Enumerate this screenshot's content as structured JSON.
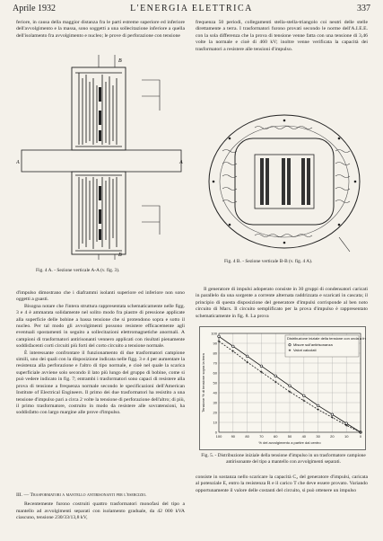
{
  "header": {
    "left": "Aprile 1932",
    "center": "L'ENERGIA ELETTRICA",
    "right": "337"
  },
  "col1_top": "feriore, in causa della maggior distanza fra le parti estreme superiore ed inferiore dell'avvolgimento e la massa, sono soggetti a una sollecitazione inferiore a quella dell'isolamento fra avvolgimento e nucleo; le prove di perforazione con tensione",
  "col2_top": "frequenza 50 periodi, collegamenti stella-stella-triangolo coi neutri delle stelle direttamente a terra. I trasformatori furono provati secondo le norme dell'A.I.E.E. con la sola differenza che la prova di tensione venne fatta con una tensione di 3,46 volte la normale e cioè di 460 kV; inoltre venne verificata la capacità dei trasformatori a resistere alle tensioni d'impulso.",
  "fig_a": {
    "labels": {
      "b_top": "B",
      "b_bottom": "B",
      "a_left": "A",
      "a_right": "A"
    },
    "caption": "Fig. 4 A. - Sezione verticale A-A (v. fig. 3)."
  },
  "fig_b": {
    "caption": "Fig. 4 B. - Sezione verticale B-B (v. fig. 4 A)."
  },
  "col1_body": [
    "d'impulso dimostrano che i diaframmi isolanti superiore ed inferiore non sono oggetti a guasti.",
    "Bisogna notare che l'intera struttura rappresentata schematicamente nelle figg. 3 e 4 è ammarata solidamente nel solito modo fra piastre di pressione applicate alla superficie delle bobine a bassa tensione che si protendono sopra e sotto il nucleo. Per tal modo gli avvolgimenti possono resistere efficacemente agli eventuali spostamenti in seguito a sollecitazioni elettromagnetiche anormali. A campioni di trasformatori antirisonanti vennero applicati con risultati pienamente soddisfacenti corti circuiti più forti del corto circuito a tensione normale.",
    "È interessante confrontare il funzionamento di due trasformatori campione simili, uno dei quali con la disposizione indicata nelle figg. 3 e 4 per aumentare la resistenza alla perforazione e l'altro di tipo normale, e cioè nel quale la scarica superficiale avviene solo secondo il lato più lungo del gruppo di bobine, come si può vedere indicato in fig. 7; entrambi i trasformatori sono capaci di resistere alla prova di tensione a frequenza normale secondo le specificazioni dell'American Institute of Electrical Engineers. Il primo dei due trasformatori ha resistito a una tensione d'impulso pari a circa 2 volte la tensione di perforazione dell'altro; di più, il primo trasformatore, costruito in modo da resistere alle sovratensioni, ha soddisfatto con largo margine alle prove d'impulso."
  ],
  "section": {
    "title": "III. — Trasformatori a mantello antirisonanti per l'esercizio.",
    "body": "Recentemente furono costruiti quattro trasformatori monofasi del tipo a mantello ad avvolgimenti separati con isolamento graduale, da 42 000 kVA ciascuno, tensione 230/33/13,8 kV,"
  },
  "col2_body": [
    "Il generatore di impulsi adoperato consiste in 30 gruppi di condensatori caricati in parallelo da una sorgente a corrente alternata raddrizzata e scaricati in cascata; il principio di questa disposizione del generatore d'impulsi corrisponde al ben noto circuito di Marx. Il circuito semplificato per la prova d'impulso è rappresentato schematicamente in fig. 8. La prova"
  ],
  "chart_data": {
    "type": "line",
    "title": "Distribuzione iniziale della tensione con onda a fronte ripido",
    "xlabel": "% del avvolgimento a partire dal centro",
    "ylabel": "Tensione % di tensione sopra la terra",
    "xlim": [
      100,
      0
    ],
    "ylim": [
      0,
      100
    ],
    "xticks": [
      100,
      90,
      80,
      70,
      60,
      50,
      40,
      30,
      20,
      10,
      0
    ],
    "yticks": [
      0,
      10,
      20,
      30,
      40,
      50,
      60,
      70,
      80,
      90,
      100
    ],
    "legend": [
      "Misure sull'antirisonanza",
      "Valori calcolati"
    ],
    "legend_position": "top-right",
    "grid": true,
    "series": [
      {
        "name": "Misure sull'antirisonanza",
        "points": [
          [
            100,
            97
          ],
          [
            90,
            87
          ],
          [
            80,
            77
          ],
          [
            70,
            67
          ],
          [
            60,
            57
          ],
          [
            50,
            47
          ],
          [
            40,
            37
          ],
          [
            30,
            27
          ],
          [
            20,
            18
          ],
          [
            10,
            9
          ],
          [
            0,
            0
          ]
        ]
      },
      {
        "name": "Valori calcolati",
        "points": [
          [
            100,
            92
          ],
          [
            90,
            82
          ],
          [
            80,
            71
          ],
          [
            70,
            61
          ],
          [
            60,
            51
          ],
          [
            50,
            41
          ],
          [
            40,
            32
          ],
          [
            30,
            23
          ],
          [
            20,
            15
          ],
          [
            10,
            7
          ],
          [
            0,
            0
          ]
        ]
      }
    ]
  },
  "fig5_caption": "Fig. 5. - Distribuzione iniziale della tensione d'impulso in un trasformatore campione antirisonante del tipo a mantello con avvolgimenti separati.",
  "col2_bottom": "consiste in sostanza nello scaricare la capacità C₂ del generatore d'impulsi, caricata al potenziale E, entro la resistenza R e il carico T che deve essere provato. Variando opportunamente il valore delle costanti del circuito, si può ottenere un impulso"
}
